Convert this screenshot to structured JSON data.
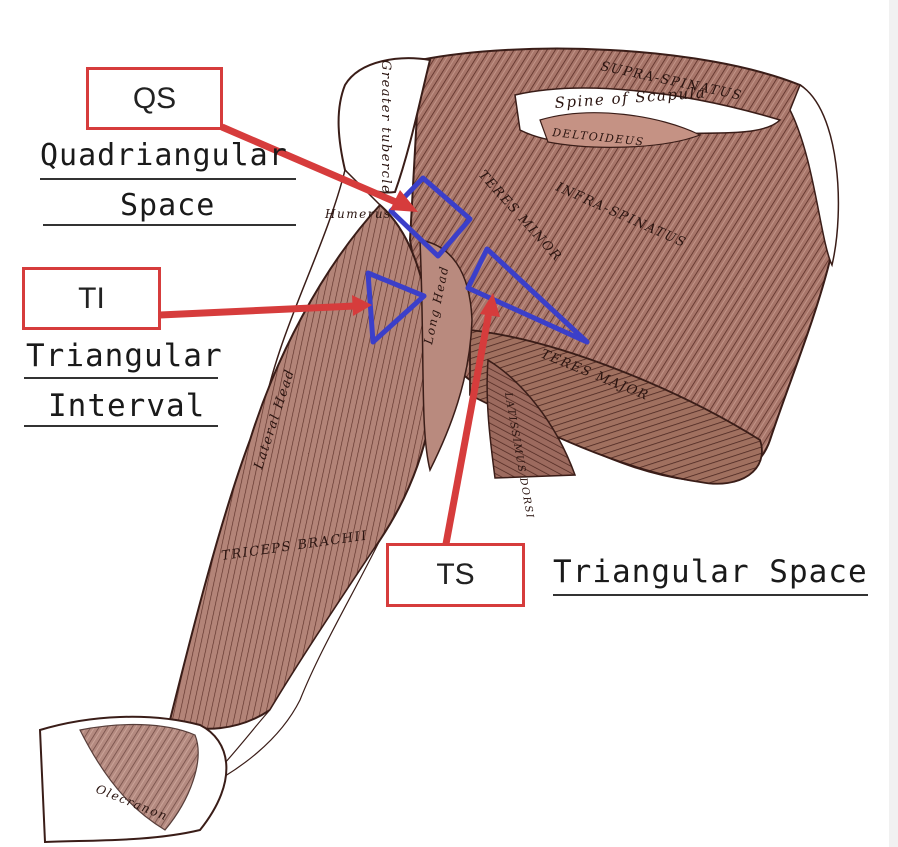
{
  "labels": {
    "qs": {
      "abbr": "QS",
      "line1": "Quadriangular",
      "line2": "Space"
    },
    "ti": {
      "abbr": "TI",
      "line1": "Triangular",
      "line2": "Interval"
    },
    "ts": {
      "abbr": "TS",
      "line1": "Triangular Space"
    }
  },
  "anatomy_text": {
    "greater_tubercle": "Greater tubercle",
    "supra_spinatus": "SUPRA-SPINATUS",
    "spine_of_scapula": "Spine of Scapula",
    "deltoideus": "DELTOIDEUS",
    "humerus": "Humerus",
    "teres_minor": "TERES MINOR",
    "infra_spinatus": "INFRA-SPINATUS",
    "long_head": "Long Head",
    "teres_major": "TERES MAJOR",
    "latissimus_dorsi": "LATISSIMUS DORSI",
    "lateral_head": "Lateral Head",
    "triceps_brachii": "TRICEPS BRACHII",
    "olecranon": "Olecranon"
  },
  "colors": {
    "callout_red": "#d63c3c",
    "outline_blue": "#3b3fc9",
    "muscle": "#a8766a",
    "muscle_dark": "#5a2e26",
    "bone": "#ffffff"
  }
}
